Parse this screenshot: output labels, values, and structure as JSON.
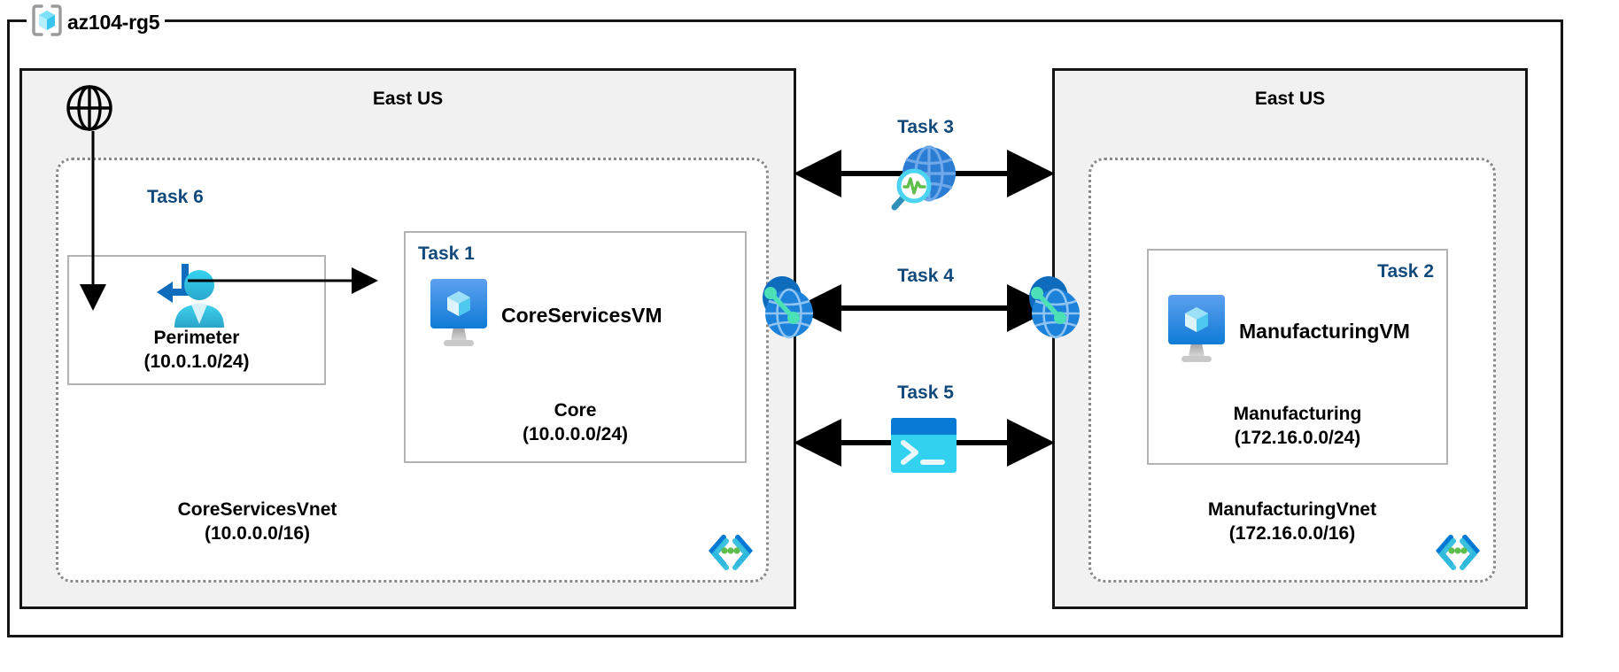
{
  "diagram": {
    "resource_group": {
      "name": "az104-rg5",
      "icon": "azure-resource-group-icon"
    },
    "regions": [
      {
        "id": "left",
        "title": "East US"
      },
      {
        "id": "right",
        "title": "East US"
      }
    ],
    "vnets": [
      {
        "id": "core",
        "name": "CoreServicesVnet",
        "cidr": "(10.0.0.0/16)",
        "template_icon": "code-brackets-icon"
      },
      {
        "id": "manufacturing",
        "name": "ManufacturingVnet",
        "cidr": "(172.16.0.0/16)",
        "template_icon": "code-brackets-icon"
      }
    ],
    "subnets": [
      {
        "id": "perimeter",
        "task": "Task 6",
        "name": "Perimeter",
        "cidr": "(10.0.1.0/24)",
        "icon": "user-signin-icon"
      },
      {
        "id": "core",
        "task": "Task 1",
        "name": "Core",
        "cidr": "(10.0.0.0/24)",
        "vm_name": "CoreServicesVM",
        "icon": "virtual-machine-icon"
      },
      {
        "id": "manufacturing",
        "task": "Task 2",
        "name": "Manufacturing",
        "cidr": "(172.16.0.0/24)",
        "vm_name": "ManufacturingVM",
        "icon": "virtual-machine-icon"
      }
    ],
    "connectors": [
      {
        "id": "task3",
        "label": "Task 3",
        "icon": "network-watcher-icon",
        "direction": "bidirectional"
      },
      {
        "id": "task4",
        "label": "Task 4",
        "icon": "vnet-peering-icon",
        "direction": "bidirectional"
      },
      {
        "id": "task5",
        "label": "Task 5",
        "icon": "cloud-shell-icon",
        "direction": "bidirectional"
      }
    ],
    "internet": {
      "icon": "internet-globe-icon"
    },
    "peering_endpoints": [
      {
        "id": "peer-left",
        "icon": "vnet-peering-icon"
      },
      {
        "id": "peer-right",
        "icon": "vnet-peering-icon"
      }
    ],
    "colors": {
      "task_label": "#12497B",
      "region_fill": "#f1f1f1",
      "frame_stroke": "#141414",
      "vnet_stroke": "#8a8a8a",
      "subnet_stroke": "#b3b3b3",
      "azure_blue": "#0078D4",
      "azure_cyan": "#32BEDD",
      "accent_green": "#5EBD4B"
    }
  }
}
